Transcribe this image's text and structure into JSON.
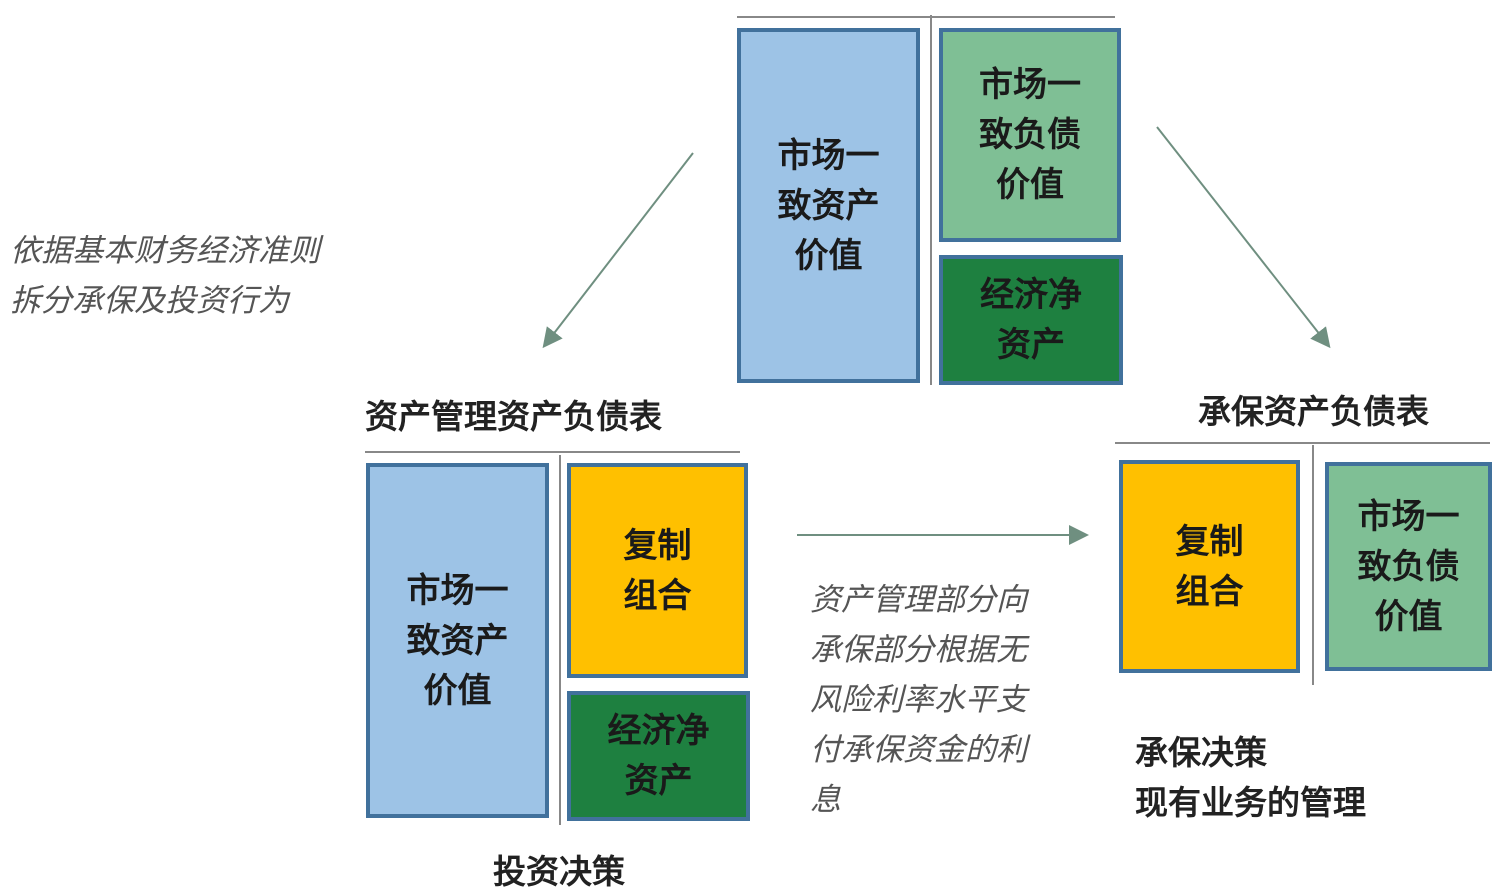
{
  "top_sheet": {
    "assets": [
      "市场一",
      "致资产",
      "价值"
    ],
    "liabilities": [
      "市场一",
      "致负债",
      "价值"
    ],
    "net_assets": [
      "经济净",
      "资产"
    ]
  },
  "split_note": [
    "依据基本财务经济准则",
    "拆分承保及投资行为"
  ],
  "asset_mgmt_sheet": {
    "title": "资产管理资产负债表",
    "assets": [
      "市场一",
      "致资产",
      "价值"
    ],
    "replicating": [
      "复制",
      "组合"
    ],
    "net_assets": [
      "经济净",
      "资产"
    ],
    "caption": "投资决策"
  },
  "transfer_note": [
    "资产管理部分向",
    "承保部分根据无",
    "风险利率水平支",
    "付承保资金的利",
    "息"
  ],
  "underwriting_sheet": {
    "title": "承保资产负债表",
    "replicating": [
      "复制",
      "组合"
    ],
    "liabilities": [
      "市场一",
      "致负债",
      "价值"
    ],
    "caption": [
      "承保决策",
      "现有业务的管理"
    ]
  },
  "colors": {
    "blue": "#9dc3e6",
    "light_green": "#7fbf95",
    "dark_green": "#1e8040",
    "yellow": "#ffc000",
    "arrow": "#6f8f80"
  }
}
